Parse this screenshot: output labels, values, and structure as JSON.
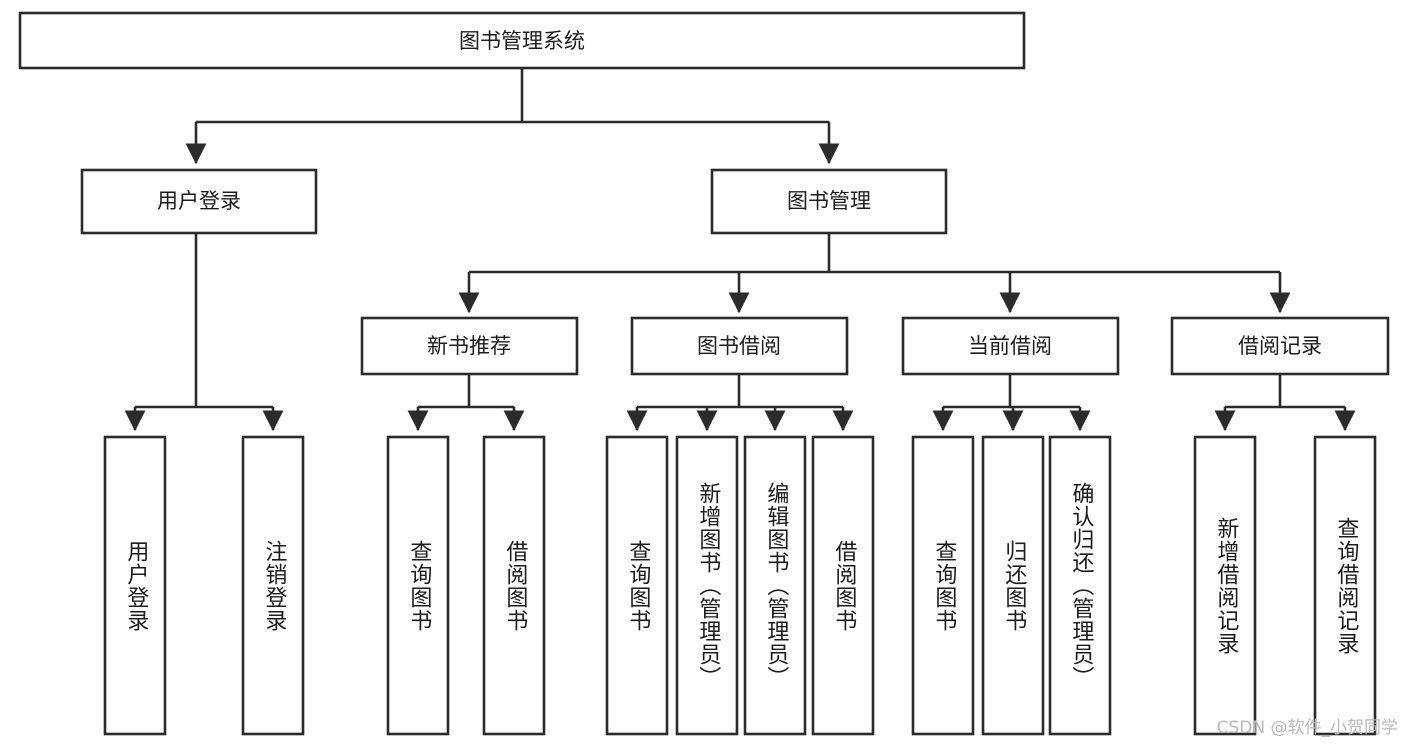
{
  "diagram": {
    "type": "tree-hierarchy",
    "orientation": "top-down",
    "colors": {
      "box_fill": "#ffffff",
      "box_stroke": "#2b2b2b",
      "text": "#1c1c1c",
      "watermark": "#b9b9b9",
      "background": "#ffffff"
    },
    "root": {
      "label": "图书管理系统"
    },
    "level2": [
      {
        "label": "用户登录"
      },
      {
        "label": "图书管理"
      }
    ],
    "level3": [
      {
        "label": "新书推荐"
      },
      {
        "label": "图书借阅"
      },
      {
        "label": "当前借阅"
      },
      {
        "label": "借阅记录"
      }
    ],
    "leaves": {
      "user_login": [
        {
          "label": "用户登录"
        },
        {
          "label": "注销登录"
        }
      ],
      "new_book_recommend": [
        {
          "label": "查询图书"
        },
        {
          "label": "借阅图书"
        }
      ],
      "book_borrow": [
        {
          "label": "查询图书"
        },
        {
          "label": "新增图书（管理员）"
        },
        {
          "label": "编辑图书（管理员）"
        },
        {
          "label": "借阅图书"
        }
      ],
      "current_borrow": [
        {
          "label": "查询图书"
        },
        {
          "label": "归还图书"
        },
        {
          "label": "确认归还（管理员）"
        }
      ],
      "borrow_record": [
        {
          "label": "新增借阅记录"
        },
        {
          "label": "查询借阅记录"
        }
      ]
    }
  },
  "watermark": {
    "label": "CSDN @软件_小贺同学"
  }
}
